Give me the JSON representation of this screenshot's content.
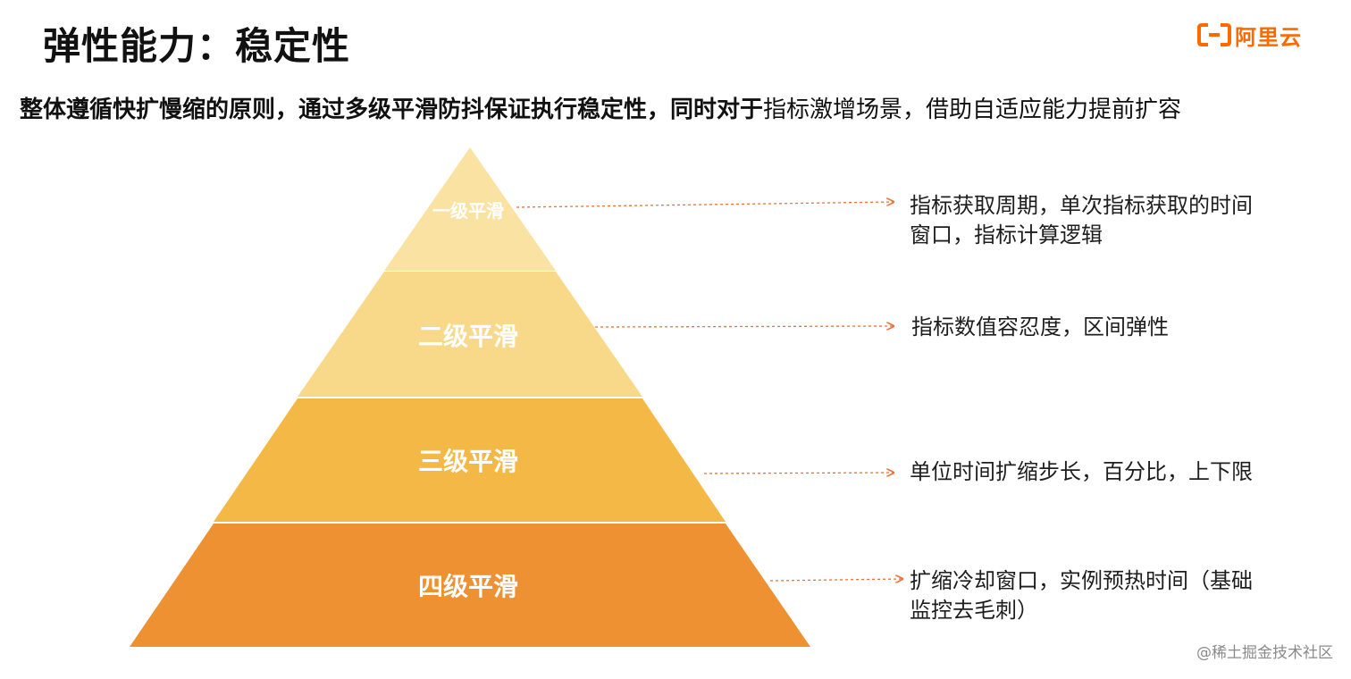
{
  "title": "弹性能力：稳定性",
  "logo": {
    "text": "阿里云",
    "color": "#ff6a00",
    "icon": "aliyun-logo-icon"
  },
  "subtitle": {
    "bold": "整体遵循快扩慢缩的原则，通过多级平滑防抖保证执行稳定性，同时对于",
    "normal": "指标激增场景，借助自适应能力提前扩容"
  },
  "levels": [
    {
      "label": "一级平滑",
      "color": "#fae2a3",
      "description_lines": [
        "指标获取周期，单次指标获取的时间",
        "窗口，指标计算逻辑"
      ]
    },
    {
      "label": "二级平滑",
      "color": "#f8d98a",
      "description_lines": [
        "指标数值容忍度，区间弹性"
      ]
    },
    {
      "label": "三级平滑",
      "color": "#f3b846",
      "description_lines": [
        "单位时间扩缩步长，百分比，上下限"
      ]
    },
    {
      "label": "四级平滑",
      "color": "#ee9133",
      "description_lines": [
        "扩缩冷却窗口，实例预热时间（基础",
        "监控去毛刺）"
      ]
    }
  ],
  "connector_color": "#e8733a",
  "watermark": "@稀土掘金技术社区"
}
